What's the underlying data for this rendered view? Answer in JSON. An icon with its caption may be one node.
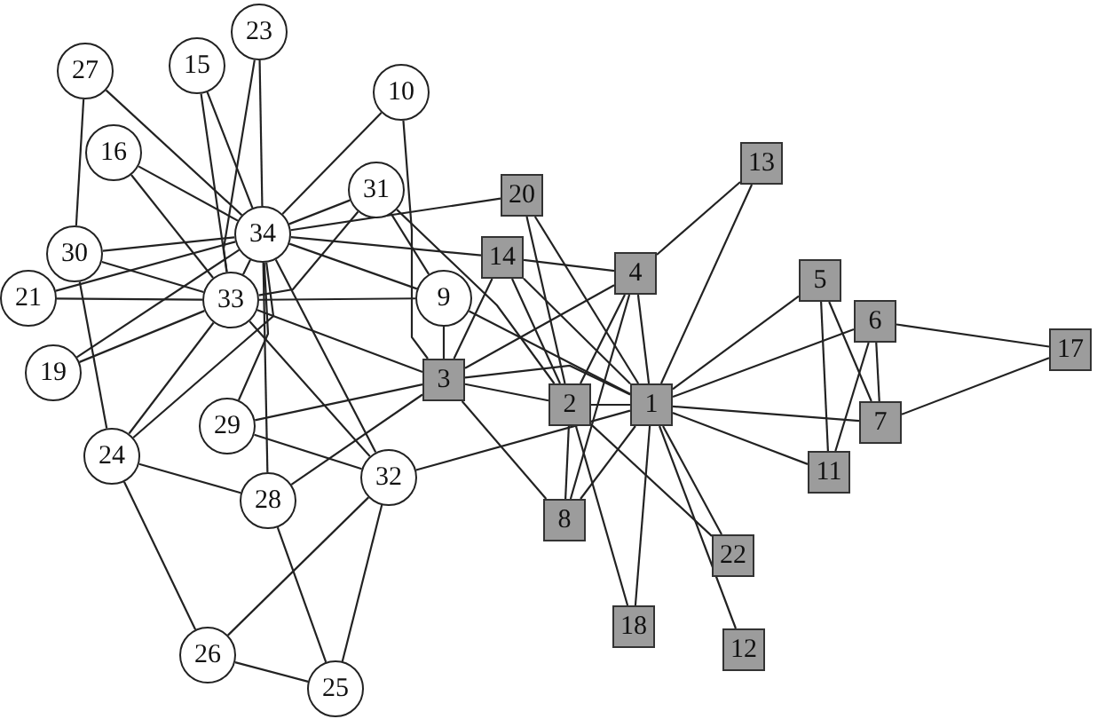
{
  "diagram": {
    "nodes": [
      {
        "text": [
          "1"
        ]
      },
      {
        "text": [
          "2"
        ]
      },
      {
        "text": [
          "3"
        ]
      },
      {
        "text": [
          "4"
        ]
      },
      {
        "text": [
          "5"
        ]
      },
      {
        "text": [
          "6"
        ]
      },
      {
        "text": [
          "7"
        ]
      },
      {
        "text": [
          "8"
        ]
      },
      {
        "text": [
          "9"
        ]
      },
      {
        "text": [
          "10"
        ]
      },
      {
        "text": [
          "11"
        ]
      },
      {
        "text": [
          "12"
        ]
      },
      {
        "text": [
          "13"
        ]
      },
      {
        "text": [
          "14"
        ]
      },
      {
        "text": [
          "15"
        ]
      },
      {
        "text": [
          "16"
        ]
      },
      {
        "text": [
          "17"
        ]
      },
      {
        "text": [
          "18"
        ]
      },
      {
        "text": [
          "19"
        ]
      },
      {
        "text": [
          "20"
        ]
      },
      {
        "text": [
          "21"
        ]
      },
      {
        "text": [
          "22"
        ]
      },
      {
        "text": [
          "23"
        ]
      },
      {
        "text": [
          "24"
        ]
      },
      {
        "text": [
          "25"
        ]
      },
      {
        "text": [
          "26"
        ]
      },
      {
        "text": [
          "27"
        ]
      },
      {
        "text": [
          "28"
        ]
      },
      {
        "text": [
          "29"
        ]
      },
      {
        "text": [
          "30"
        ]
      },
      {
        "text": [
          "31"
        ]
      },
      {
        "text": [
          "32"
        ]
      },
      {
        "text": [
          "33"
        ]
      },
      {
        "text": [
          "34"
        ]
      }
    ],
    "edges": [
      {
        "from": 0,
        "to": 1,
        "arrow": "none"
      },
      {
        "from": 0,
        "to": 2,
        "arrow": "none"
      },
      {
        "from": 0,
        "to": 3,
        "arrow": "none"
      },
      {
        "from": 0,
        "to": 4,
        "arrow": "none"
      },
      {
        "from": 0,
        "to": 5,
        "arrow": "none"
      },
      {
        "from": 0,
        "to": 6,
        "arrow": "none"
      },
      {
        "from": 0,
        "to": 7,
        "arrow": "none"
      },
      {
        "from": 0,
        "to": 8,
        "arrow": "none"
      },
      {
        "from": 0,
        "to": 10,
        "arrow": "none"
      },
      {
        "from": 0,
        "to": 11,
        "arrow": "none"
      },
      {
        "from": 0,
        "to": 12,
        "arrow": "none"
      },
      {
        "from": 0,
        "to": 13,
        "arrow": "none"
      },
      {
        "from": 0,
        "to": 17,
        "arrow": "none"
      },
      {
        "from": 0,
        "to": 19,
        "arrow": "none"
      },
      {
        "from": 0,
        "to": 21,
        "arrow": "none"
      },
      {
        "from": 0,
        "to": 31,
        "arrow": "none"
      },
      {
        "from": 1,
        "to": 2,
        "arrow": "none"
      },
      {
        "from": 1,
        "to": 3,
        "arrow": "none"
      },
      {
        "from": 1,
        "to": 7,
        "arrow": "none"
      },
      {
        "from": 1,
        "to": 13,
        "arrow": "none"
      },
      {
        "from": 1,
        "to": 17,
        "arrow": "none"
      },
      {
        "from": 1,
        "to": 19,
        "arrow": "none"
      },
      {
        "from": 1,
        "to": 21,
        "arrow": "none"
      },
      {
        "from": 1,
        "to": 30,
        "arrow": "none"
      },
      {
        "from": 2,
        "to": 3,
        "arrow": "none"
      },
      {
        "from": 2,
        "to": 7,
        "arrow": "none"
      },
      {
        "from": 2,
        "to": 8,
        "arrow": "none"
      },
      {
        "from": 2,
        "to": 9,
        "arrow": "none"
      },
      {
        "from": 2,
        "to": 13,
        "arrow": "none"
      },
      {
        "from": 2,
        "to": 27,
        "arrow": "none"
      },
      {
        "from": 2,
        "to": 28,
        "arrow": "none"
      },
      {
        "from": 2,
        "to": 32,
        "arrow": "none"
      },
      {
        "from": 3,
        "to": 7,
        "arrow": "none"
      },
      {
        "from": 3,
        "to": 12,
        "arrow": "none"
      },
      {
        "from": 3,
        "to": 13,
        "arrow": "none"
      },
      {
        "from": 4,
        "to": 6,
        "arrow": "none"
      },
      {
        "from": 4,
        "to": 10,
        "arrow": "none"
      },
      {
        "from": 5,
        "to": 6,
        "arrow": "none"
      },
      {
        "from": 5,
        "to": 10,
        "arrow": "none"
      },
      {
        "from": 5,
        "to": 16,
        "arrow": "none"
      },
      {
        "from": 6,
        "to": 16,
        "arrow": "none"
      },
      {
        "from": 8,
        "to": 30,
        "arrow": "none"
      },
      {
        "from": 8,
        "to": 32,
        "arrow": "none"
      },
      {
        "from": 8,
        "to": 33,
        "arrow": "none"
      },
      {
        "from": 9,
        "to": 33,
        "arrow": "none"
      },
      {
        "from": 13,
        "to": 33,
        "arrow": "none"
      },
      {
        "from": 14,
        "to": 32,
        "arrow": "none"
      },
      {
        "from": 14,
        "to": 33,
        "arrow": "none"
      },
      {
        "from": 15,
        "to": 32,
        "arrow": "none"
      },
      {
        "from": 15,
        "to": 33,
        "arrow": "none"
      },
      {
        "from": 18,
        "to": 32,
        "arrow": "none"
      },
      {
        "from": 18,
        "to": 33,
        "arrow": "none"
      },
      {
        "from": 19,
        "to": 33,
        "arrow": "none"
      },
      {
        "from": 20,
        "to": 32,
        "arrow": "none"
      },
      {
        "from": 20,
        "to": 33,
        "arrow": "none"
      },
      {
        "from": 22,
        "to": 32,
        "arrow": "none"
      },
      {
        "from": 22,
        "to": 33,
        "arrow": "none"
      },
      {
        "from": 23,
        "to": 25,
        "arrow": "none"
      },
      {
        "from": 23,
        "to": 27,
        "arrow": "none"
      },
      {
        "from": 23,
        "to": 29,
        "arrow": "none"
      },
      {
        "from": 23,
        "to": 32,
        "arrow": "none"
      },
      {
        "from": 23,
        "to": 33,
        "arrow": "none"
      },
      {
        "from": 24,
        "to": 25,
        "arrow": "none"
      },
      {
        "from": 24,
        "to": 27,
        "arrow": "none"
      },
      {
        "from": 24,
        "to": 31,
        "arrow": "none"
      },
      {
        "from": 25,
        "to": 31,
        "arrow": "none"
      },
      {
        "from": 26,
        "to": 29,
        "arrow": "none"
      },
      {
        "from": 26,
        "to": 33,
        "arrow": "none"
      },
      {
        "from": 27,
        "to": 33,
        "arrow": "none"
      },
      {
        "from": 28,
        "to": 31,
        "arrow": "none"
      },
      {
        "from": 28,
        "to": 33,
        "arrow": "none"
      },
      {
        "from": 29,
        "to": 32,
        "arrow": "none"
      },
      {
        "from": 29,
        "to": 33,
        "arrow": "none"
      },
      {
        "from": 30,
        "to": 32,
        "arrow": "none"
      },
      {
        "from": 30,
        "to": 33,
        "arrow": "none"
      },
      {
        "from": 31,
        "to": 32,
        "arrow": "none"
      },
      {
        "from": 31,
        "to": 33,
        "arrow": "none"
      },
      {
        "from": 32,
        "to": 33,
        "arrow": "none"
      }
    ]
  }
}
